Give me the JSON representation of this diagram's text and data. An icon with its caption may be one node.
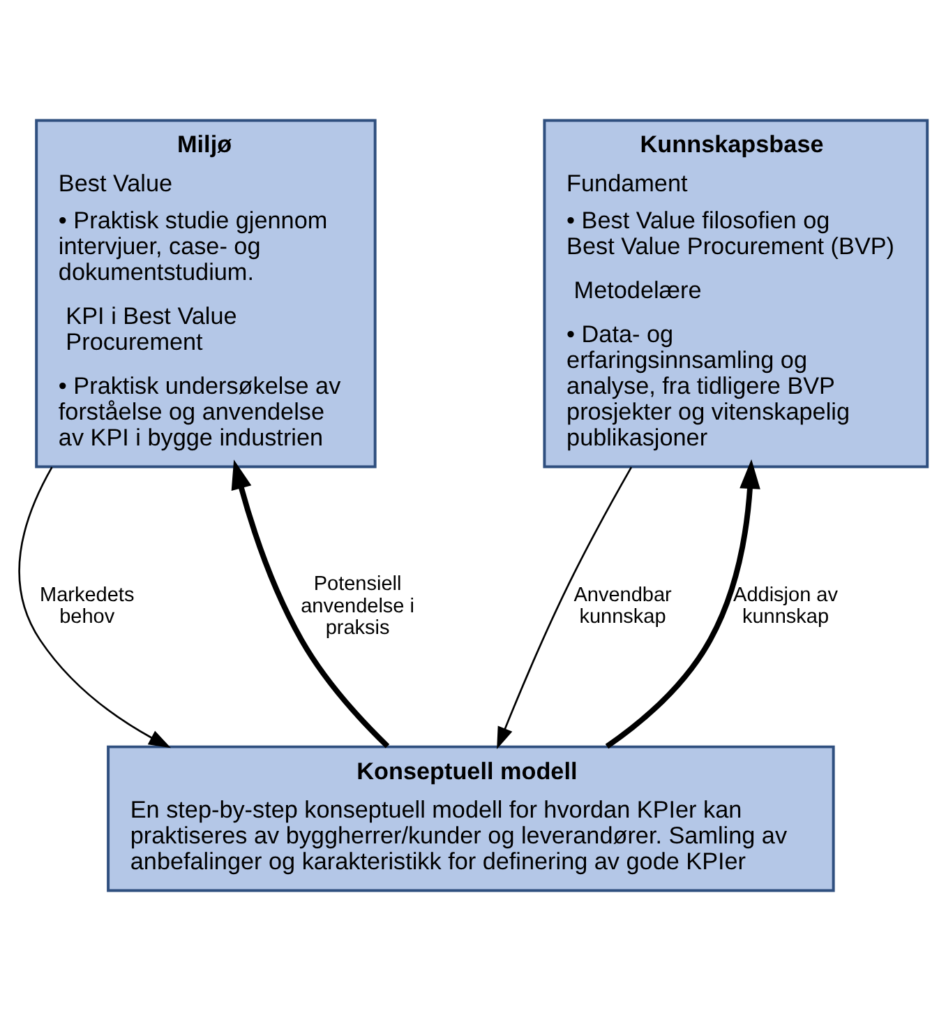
{
  "diagram": {
    "nodes": [
      {
        "text": [
          "Miljø",
          "Best Value",
          "• Praktisk studie gjennom intervjuer, case- og dokumentstudium.",
          "KPI i Best Value Procurement",
          "• Praktisk undersøkelse av forståelse og anvendelse av KPI i bygge industrien"
        ]
      },
      {
        "text": [
          "Kunnskapsbase",
          "Fundament",
          "• Best Value filosofien og Best Value Procurement (BVP)",
          "Metodelære",
          "• Data- og erfaringsinnsamling og analyse, fra tidligere BVP prosjekter og vitenskapelig publikasjoner"
        ]
      },
      {
        "text": [
          "Konseptuell modell",
          "En step-by-step konseptuell modell for hvordan KPIer kan praktiseres av byggherrer/kunder og leverandører. Samling av anbefalinger og karakteristikk for definering av gode KPIer"
        ]
      }
    ],
    "edges": [
      {
        "from": 0,
        "to": 2,
        "arrow": "to",
        "label": "Markedets behov"
      },
      {
        "from": 2,
        "to": 0,
        "arrow": "to",
        "label": "Potensiell anvendelse i praksis",
        "style": "thick"
      },
      {
        "from": 2,
        "to": 1,
        "arrow": "to",
        "label": "Addisjon av kunnskap",
        "style": "thick"
      },
      {
        "from": 1,
        "to": 2,
        "arrow": "to",
        "label": "Anvendbar kunnskap"
      }
    ]
  }
}
